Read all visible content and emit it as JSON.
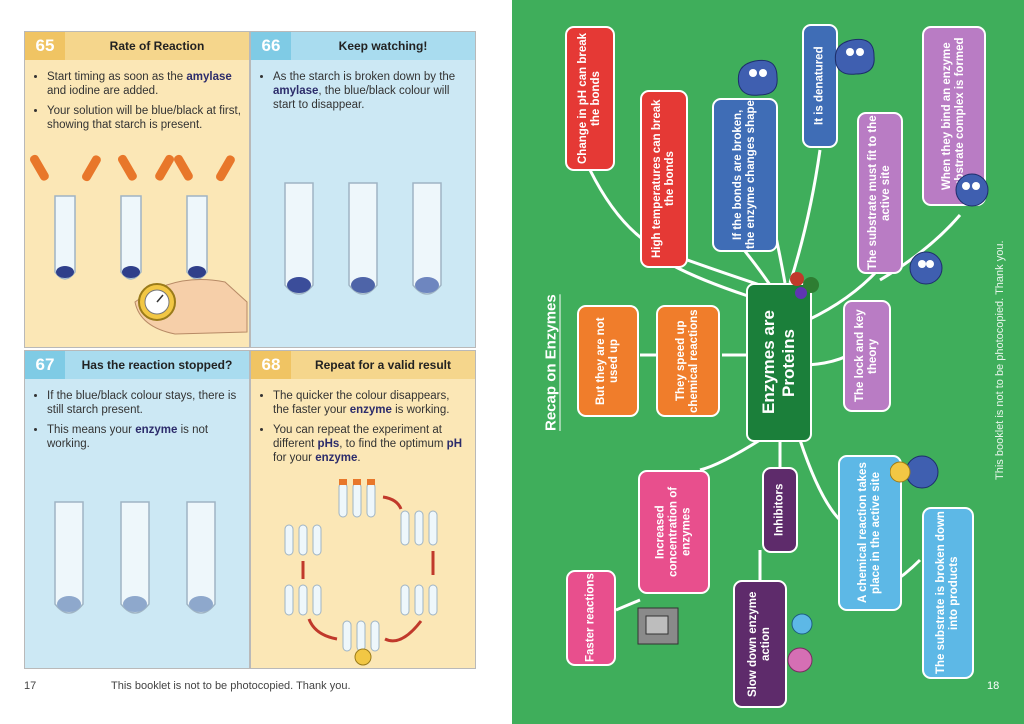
{
  "panels": [
    {
      "num": "65",
      "title": "Rate of Reaction",
      "items": [
        {
          "pre": "Start timing as soon as the ",
          "bold": "amylase",
          "post": " and iodine are added."
        },
        {
          "pre": "Your solution will be blue/black at first, showing that starch is present.",
          "bold": "",
          "post": ""
        }
      ]
    },
    {
      "num": "66",
      "title": "Keep watching!",
      "items": [
        {
          "pre": "As the starch is broken down by the ",
          "bold": "amylase",
          "post": ", the blue/black colour will start to disappear."
        }
      ]
    },
    {
      "num": "67",
      "title": "Has the reaction stopped?",
      "items": [
        {
          "pre": "If the blue/black colour stays, there is still starch present.",
          "bold": "",
          "post": ""
        },
        {
          "pre": "This means your ",
          "bold": "enzyme",
          "post": " is not working."
        }
      ]
    },
    {
      "num": "68",
      "title": "Repeat for a valid result",
      "items": [
        {
          "pre": "The quicker the colour disappears, the faster your ",
          "bold": "enzyme",
          "post": " is working."
        },
        {
          "pre": "You can repeat the experiment at different ",
          "bold": "pHs",
          "post": ", to find the optimum ",
          "bold2": "pH",
          "post2": " for your ",
          "bold3": "enzyme",
          "post3": "."
        }
      ]
    }
  ],
  "left_footer": {
    "page": "17",
    "note": "This booklet is not to be photocopied. Thank you."
  },
  "mindmap": {
    "title": "Recap on Enzymes",
    "center": "Enzymes are Proteins",
    "nodes": {
      "ph": "Change in pH can break the bonds",
      "temp": "High temperatures can break the bonds",
      "bonds": "If the bonds are broken, the enzyme changes shape",
      "denatured": "It is denatured",
      "substrate_fit": "The substrate must fit to the active site",
      "complex": "When they bind an enzyme substrate complex is formed",
      "not_used": "But they are not used up",
      "speed": "They speed up chemical reactions",
      "lock_key": "The lock and key theory",
      "concentration": "Increased concentration of enzymes",
      "inhibitors": "Inhibitors",
      "reaction_site": "A chemical reaction takes place in the active site",
      "broken_down": "The substrate is broken down into products",
      "faster": "Faster reactions",
      "slow": "Slow down enzyme action"
    }
  },
  "right_footer": {
    "page": "18",
    "note": "This booklet is not to be photocopied. Thank you."
  }
}
